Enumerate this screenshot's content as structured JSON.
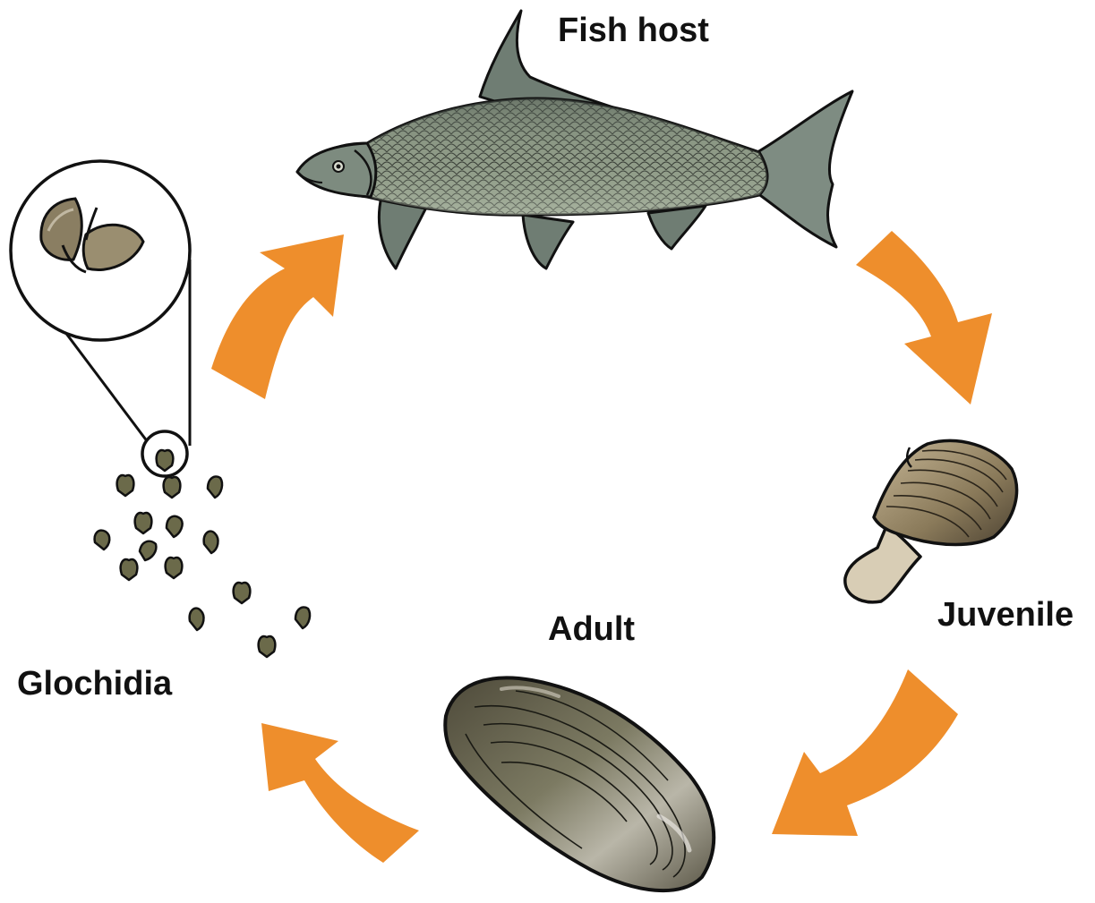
{
  "labels": {
    "fish_host": "Fish host",
    "juvenile": "Juvenile",
    "adult": "Adult",
    "glochidia": "Glochidia"
  },
  "colors": {
    "arrow": "#EE8E2C",
    "outline": "#111111",
    "fish_body": "#8E9A86",
    "fish_fin": "#6F7D73",
    "shell_dark": "#5E5644",
    "shell_light": "#B7A88A",
    "juvenile_foot": "#D8CDB5",
    "glochidia_fill": "#6B6A4A"
  },
  "icons": [
    "fish-illustration",
    "juvenile-mussel-illustration",
    "adult-mussel-illustration",
    "glochidia-magnified-icon",
    "cycle-arrow-icon"
  ]
}
